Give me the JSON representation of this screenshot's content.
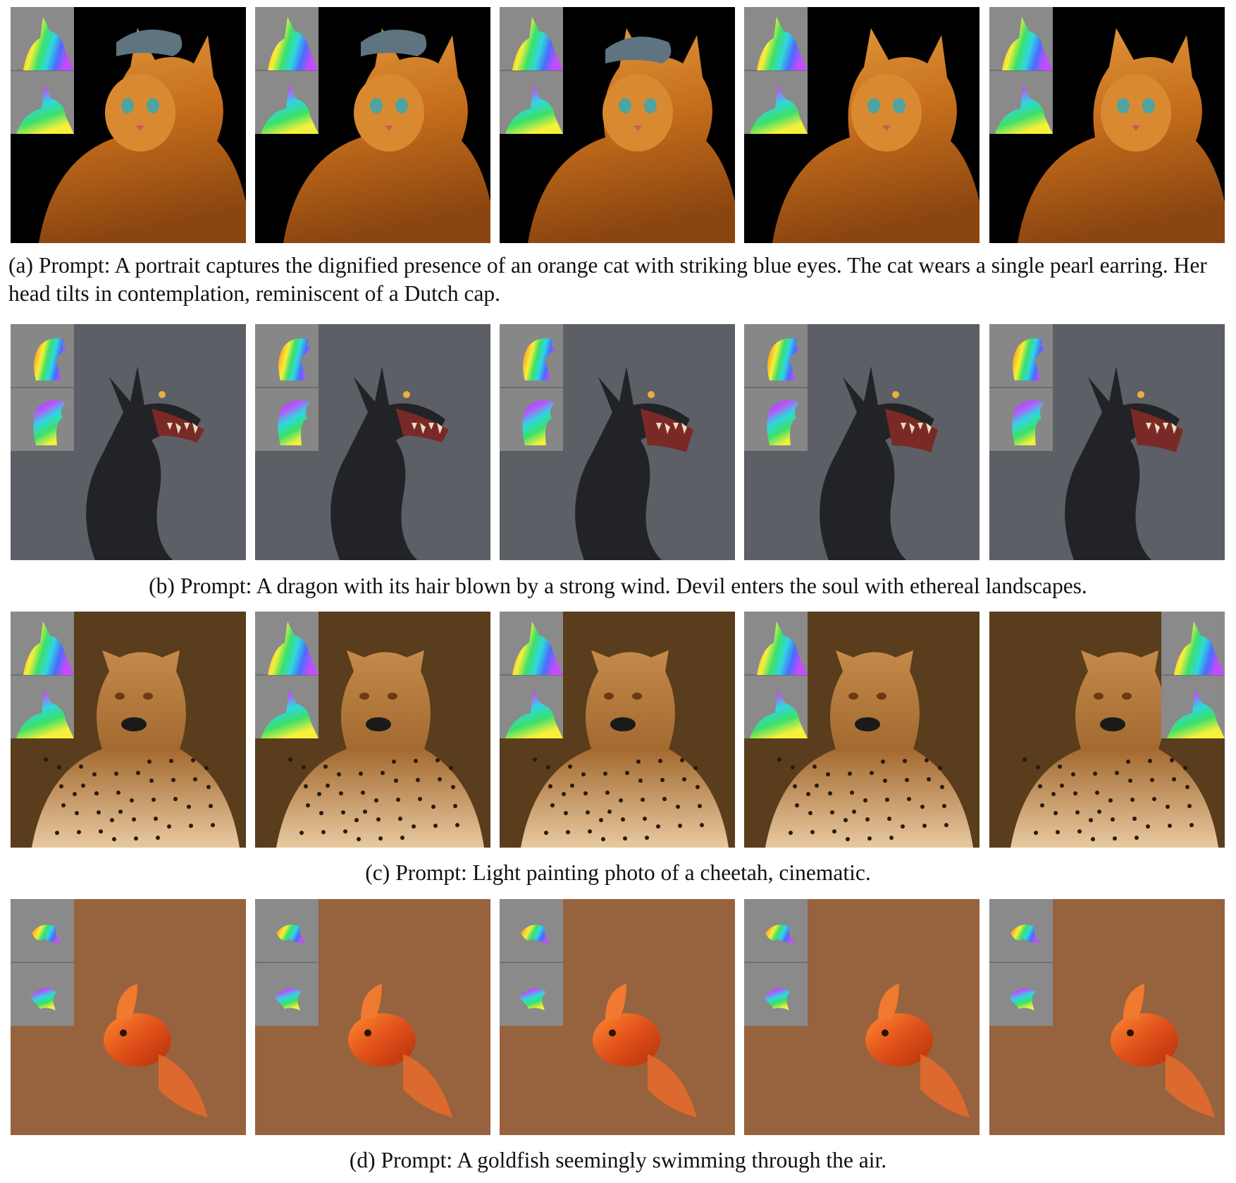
{
  "rows": [
    {
      "id": "a",
      "subject": "cat",
      "label": "(a)",
      "caption": "Prompt: A portrait captures the dignified presence of an orange cat with striking blue eyes. The cat wears a single pearl earring. Her head tilts in contemplation, reminiscent of a Dutch cap.",
      "background": "#000000",
      "inset_bg": "#8a8a8a"
    },
    {
      "id": "b",
      "subject": "dragon",
      "label": "(b)",
      "caption": "Prompt: A dragon with its hair blown by a strong wind. Devil enters the soul with ethereal landscapes.",
      "background": "#5d5f66",
      "inset_bg": "#878787"
    },
    {
      "id": "c",
      "subject": "cheetah",
      "label": "(c)",
      "caption": "Prompt: Light painting photo of a cheetah, cinematic.",
      "background": "#5a3d1c",
      "inset_bg": "#8a8a8a"
    },
    {
      "id": "d",
      "subject": "goldfish",
      "label": "(d)",
      "caption": "Prompt: A goldfish seemingly swimming through the air.",
      "background": "#97633e",
      "inset_bg": "#8a8a8a"
    }
  ]
}
